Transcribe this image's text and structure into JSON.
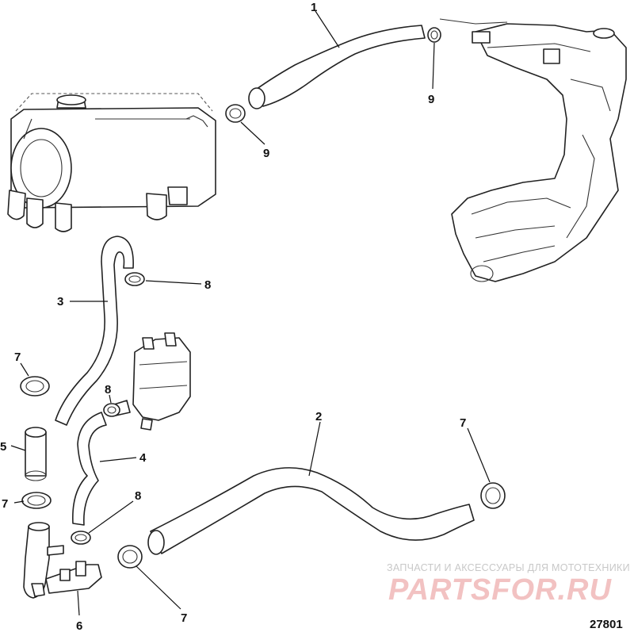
{
  "diagram": {
    "callouts": [
      {
        "id": "c1",
        "label": "1"
      },
      {
        "id": "c2",
        "label": "2"
      },
      {
        "id": "c3",
        "label": "3"
      },
      {
        "id": "c4",
        "label": "4"
      },
      {
        "id": "c5",
        "label": "5"
      },
      {
        "id": "c6",
        "label": "6"
      },
      {
        "id": "c7a",
        "label": "7"
      },
      {
        "id": "c7b",
        "label": "7"
      },
      {
        "id": "c7c",
        "label": "7"
      },
      {
        "id": "c7d",
        "label": "7"
      },
      {
        "id": "c8a",
        "label": "8"
      },
      {
        "id": "c8b",
        "label": "8"
      },
      {
        "id": "c8c",
        "label": "8"
      },
      {
        "id": "c9a",
        "label": "9"
      },
      {
        "id": "c9b",
        "label": "9"
      }
    ],
    "watermark": {
      "caption": "ЗАПЧАСТИ И АКСЕССУАРЫ ДЛЯ МОТОТЕХНИКИ",
      "logo": "PARTSFOR.RU"
    },
    "figure_number": "27801"
  }
}
